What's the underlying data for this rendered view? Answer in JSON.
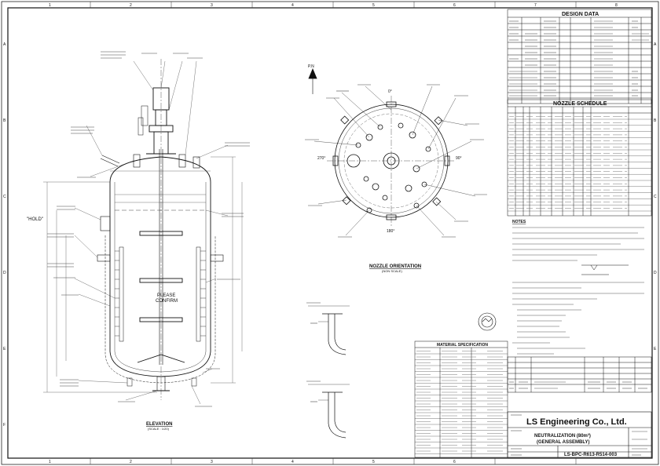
{
  "grid": {
    "cols": [
      "1",
      "2",
      "3",
      "4",
      "5",
      "6",
      "7",
      "8"
    ],
    "rows": [
      "A",
      "B",
      "C",
      "D",
      "E",
      "F"
    ]
  },
  "design_data": {
    "title": "DESIGN DATA"
  },
  "nozzle_schedule": {
    "title": "NOZZLE SCHEDULE"
  },
  "nozzle_orientation": {
    "title": "NOZZLE ORIENTATION",
    "scale": "(NON SCALE)"
  },
  "elevation": {
    "title": "ELEVATION",
    "scale": "(SCALE : 1/20)"
  },
  "labels": {
    "hold": "\"HOLD\"",
    "please_confirm_1": "PLEASE",
    "please_confirm_2": "CONFIRM",
    "north": "P.N",
    "deg0": "0°",
    "deg90": "90°",
    "deg180": "180°",
    "deg270": "270°"
  },
  "notes": {
    "title": "NOTES"
  },
  "material_spec": {
    "title": "MATERIAL SPECIFICATION"
  },
  "title_block": {
    "company": "LS Engineering Co., Ltd.",
    "drawing_title_1": "NEUTRALIZATION (80m³)",
    "drawing_title_2": "(GENERAL ASSEMBLY)",
    "drawing_no": "LS-BPC-R613-R514-003"
  }
}
